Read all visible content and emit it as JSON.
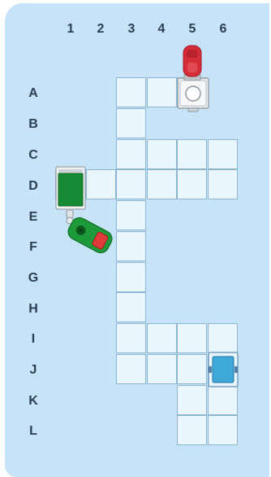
{
  "columns": [
    "1",
    "2",
    "3",
    "4",
    "5",
    "6"
  ],
  "rows": [
    "A",
    "B",
    "C",
    "D",
    "E",
    "F",
    "G",
    "H",
    "I",
    "J",
    "K",
    "L"
  ],
  "colors": {
    "background": "#c7e3f8",
    "cell": "#eaf6fd",
    "grid_line": "#8ab6d3",
    "label": "#2c3f52",
    "red_car": "#d42d39",
    "green_car": "#1f9a3a",
    "green_block": "#168a34",
    "blue_block": "#3ea8d8",
    "red_spot": "#e23b3b"
  },
  "pieces": [
    {
      "name": "red-car",
      "color": "red",
      "location": "above A5"
    },
    {
      "name": "gray-platform",
      "color": "white",
      "location": "A5"
    },
    {
      "name": "green-block",
      "color": "green",
      "location": "D1"
    },
    {
      "name": "green-car",
      "color": "green",
      "location": "E2-F2"
    },
    {
      "name": "blue-block",
      "color": "blue",
      "location": "J6"
    }
  ],
  "board_cells": [
    "A3",
    "A4",
    "A5",
    "B3",
    "C3",
    "C4",
    "C5",
    "C6",
    "D2",
    "D3",
    "D4",
    "D5",
    "D6",
    "E3",
    "F3",
    "G3",
    "H3",
    "I3",
    "I4",
    "I5",
    "I6",
    "J3",
    "J4",
    "J5",
    "J6",
    "K5",
    "K6",
    "L5",
    "L6"
  ]
}
